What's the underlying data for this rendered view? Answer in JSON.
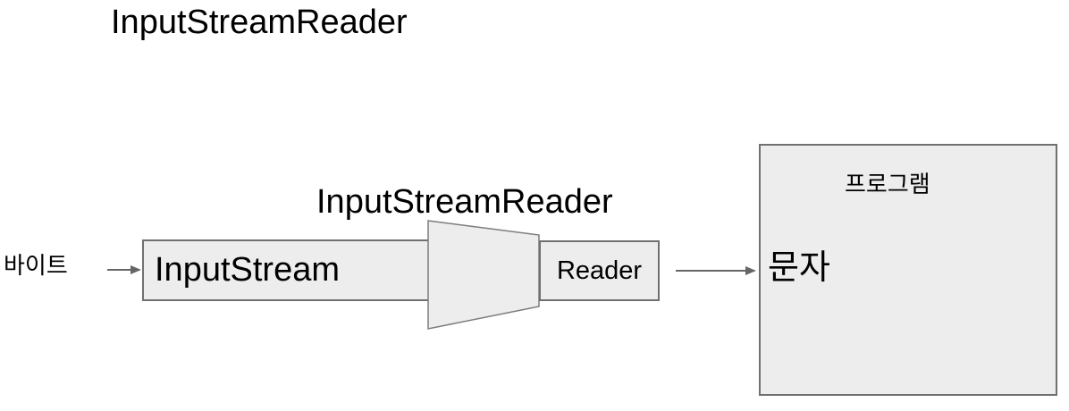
{
  "header": {
    "title": "InputStreamReader"
  },
  "flow": {
    "byte_label": "바이트",
    "input_stream_label": "InputStream",
    "converter_label": "InputStreamReader",
    "reader_label": "Reader"
  },
  "program": {
    "title": "프로그램",
    "content": "문자"
  },
  "icons": {
    "arrow_left": "right-arrow",
    "arrow_right": "right-arrow",
    "converter_shape": "funnel-trapezoid"
  },
  "colors": {
    "background": "#ffffff",
    "box_fill": "#ededed",
    "box_border": "#707070",
    "trapezoid_border": "#7d7d7d",
    "arrow": "#666666",
    "text": "#000000"
  }
}
